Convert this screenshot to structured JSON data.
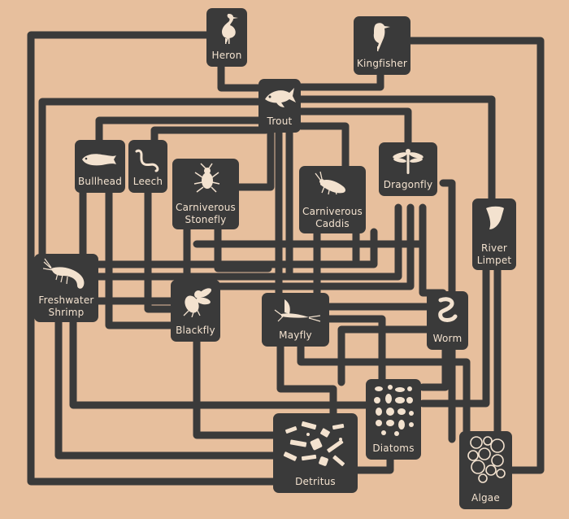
{
  "diagram": {
    "colors": {
      "background": "#e7bf9d",
      "node_fill": "#3a3a3a",
      "wire": "#3a3a3a",
      "text": "#f3e2cf"
    },
    "nodes": {
      "heron": {
        "label": "Heron",
        "icon": "heron-icon"
      },
      "kingfisher": {
        "label": "Kingfisher",
        "icon": "kingfisher-icon"
      },
      "trout": {
        "label": "Trout",
        "icon": "trout-icon"
      },
      "bullhead": {
        "label": "Bullhead",
        "icon": "bullhead-icon"
      },
      "leech": {
        "label": "Leech",
        "icon": "leech-icon"
      },
      "carniv_stonefly": {
        "label_line1": "Carniverous",
        "label_line2": "Stonefly",
        "icon": "stonefly-icon"
      },
      "carniv_caddis": {
        "label_line1": "Carniverous",
        "label_line2": "Caddis",
        "icon": "caddis-icon"
      },
      "dragonfly": {
        "label": "Dragonfly",
        "icon": "dragonfly-icon"
      },
      "river_limpet": {
        "label_line1": "River",
        "label_line2": "Limpet",
        "icon": "limpet-icon"
      },
      "freshwater_shrimp": {
        "label_line1": "Freshwater",
        "label_line2": "Shrimp",
        "icon": "shrimp-icon"
      },
      "blackfly": {
        "label": "Blackfly",
        "icon": "blackfly-icon"
      },
      "mayfly": {
        "label": "Mayfly",
        "icon": "mayfly-icon"
      },
      "worm": {
        "label": "Worm",
        "icon": "worm-icon"
      },
      "diatoms": {
        "label": "Diatoms",
        "icon": "diatoms-icon"
      },
      "detritus": {
        "label": "Detritus",
        "icon": "detritus-icon"
      },
      "algae": {
        "label": "Algae",
        "icon": "algae-icon"
      }
    }
  }
}
